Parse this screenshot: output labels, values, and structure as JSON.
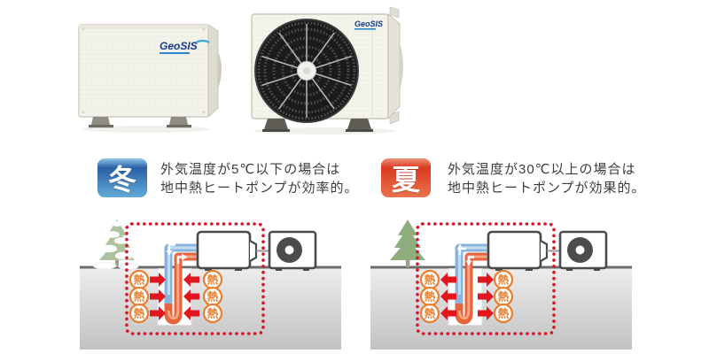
{
  "photos": {
    "front_unit": {
      "brand": "GeoSIS"
    },
    "back_unit": {
      "brand": "GeoSIS"
    }
  },
  "seasons": [
    {
      "id": "winter",
      "badge": "冬",
      "caption_line1": "外気温度が5℃以下の場合は",
      "caption_line2": "地中熱ヒートポンプが効率的。",
      "heat_flow": "into-pipe",
      "tree": "snow-covered",
      "badge_gradient": [
        "#8ec9ea",
        "#2a5fa6",
        "#63abd6"
      ]
    },
    {
      "id": "summer",
      "badge": "夏",
      "caption_line1": "外気温度が30℃以上の場合は",
      "caption_line2": "地中熱ヒートポンプが効果的。",
      "heat_flow": "out-of-pipe",
      "tree": "green",
      "badge_gradient": [
        "#f0907a",
        "#dc3a22",
        "#e8734c"
      ]
    }
  ],
  "diagram": {
    "heat_label": "熱",
    "colors": {
      "dotted_border": "#d6152a",
      "arrow_red": "#e3151e",
      "heat_ring": "#e87f2f",
      "pipe_cold": "#88b4de",
      "pipe_warm": "#e4653c",
      "ground_top": "#ececec",
      "ground_bottom": "#c2c2c2",
      "surface_line": "#6b6b6b",
      "tree_winter": "#aec29f",
      "tree_summer": "#8fae7e",
      "snow": "#ffffff"
    }
  }
}
